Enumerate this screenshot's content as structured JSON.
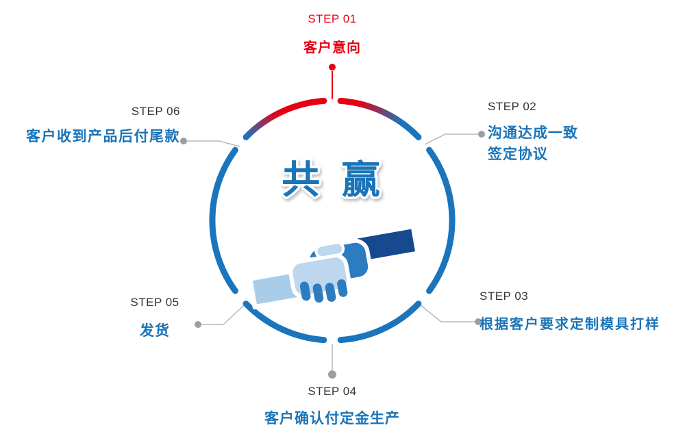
{
  "center": {
    "title": "共 赢"
  },
  "steps": [
    {
      "label": "STEP 01",
      "title": "客户意向",
      "highlight": true
    },
    {
      "label": "STEP 02",
      "lines": [
        "沟通达成一致",
        "签定协议"
      ]
    },
    {
      "label": "STEP 03",
      "title": "根据客户要求定制模具打样"
    },
    {
      "label": "STEP 04",
      "title": "客户确认付定金生产"
    },
    {
      "label": "STEP 05",
      "title": "发货"
    },
    {
      "label": "STEP 06",
      "title": "客户收到产品后付尾款"
    }
  ],
  "colors": {
    "blue": "#1a74b8",
    "ring_blue": "#1b75bc",
    "red": "#e60012",
    "dark_text": "#333333",
    "connector_gray": "#b8b8b8",
    "dot_gray": "#9e9e9e"
  },
  "icons": [
    "handshake-icon"
  ]
}
